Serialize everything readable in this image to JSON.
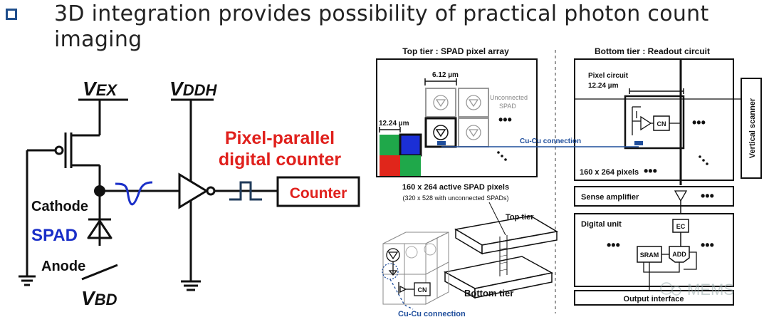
{
  "slide": {
    "title_line1": "3D integration provides possibility of practical photon count",
    "title_line2": "imaging"
  },
  "circuit": {
    "vex": "V",
    "vex_sub": "EX",
    "vddh": "V",
    "vddh_sub": "DDH",
    "vbd": "V",
    "vbd_sub": "BD",
    "cathode": "Cathode",
    "spad": "SPAD",
    "anode": "Anode",
    "callout_line1": "Pixel-parallel",
    "callout_line2": "digital counter",
    "counter": "Counter",
    "colors": {
      "callout": "#e0201c",
      "spad": "#1a2fc8",
      "pulse_blue": "#1a2fc8",
      "pulse_dark": "#1f3a5a"
    }
  },
  "top_tier": {
    "header": "Top tier : SPAD pixel array",
    "dim_small": "6.12 µm",
    "dim_large": "12.24 µm",
    "unconnected_line1": "Unconnected",
    "unconnected_line2": "SPAD",
    "caption1": "160 x 264 active SPAD pixels",
    "caption2": "(320 x 528 with unconnected SPADs)",
    "colors": {
      "green": "#1fa84a",
      "blue": "#1b2fd6",
      "red": "#e0261b"
    }
  },
  "bottom_tier": {
    "header": "Bottom tier : Readout circuit",
    "pixel_circuit": "Pixel circuit",
    "dim": "12.24 µm",
    "cn": "CN",
    "pixels": "160 x 264 pixels",
    "vertical_scanner": "Vertical scanner",
    "sense_amplifier": "Sense amplifier",
    "digital_unit": "Digital unit",
    "ec": "EC",
    "sram": "SRAM",
    "add": "ADD",
    "output_interface": "Output interface"
  },
  "connection": {
    "cu_cu": "Cu-Cu connection",
    "cu_cu_bottom": "Cu-Cu connection",
    "color": "#1f4e9c"
  },
  "stack3d": {
    "top_tier": "Top tier",
    "bottom_tier": "Bottom tier",
    "cn": "CN"
  },
  "watermark": {
    "text": "MEMS"
  }
}
